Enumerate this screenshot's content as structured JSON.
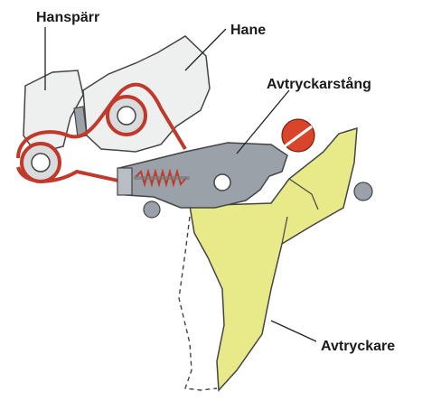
{
  "labels": {
    "hanspärr": "Hanspärr",
    "hane": "Hane",
    "avtryckarstang": "Avtryckarstång",
    "avtryckare": "Avtryckare"
  },
  "colors": {
    "spring": "#c0392b",
    "gray_part": "#9aa1a8",
    "light_part": "#eef0f0",
    "trigger": "#e8ea8a",
    "outline": "#333333",
    "red_disc": "#d9452b"
  }
}
